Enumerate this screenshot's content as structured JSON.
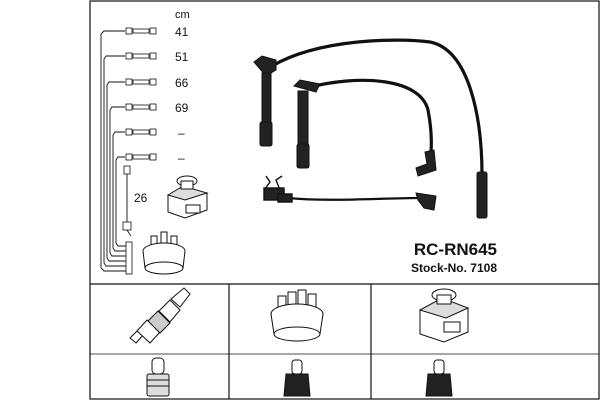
{
  "unit_label": "cm",
  "cable_lengths": [
    "41",
    "51",
    "66",
    "69",
    "–",
    "–"
  ],
  "coil_lead_length": "26",
  "product": {
    "code": "RC-RN645",
    "stock": "Stock-No. 7108"
  },
  "components": [
    {
      "name": "spark-plug"
    },
    {
      "name": "distributor-cap"
    },
    {
      "name": "ignition-coil"
    }
  ],
  "colors": {
    "ink": "#111111",
    "background": "#ffffff"
  }
}
